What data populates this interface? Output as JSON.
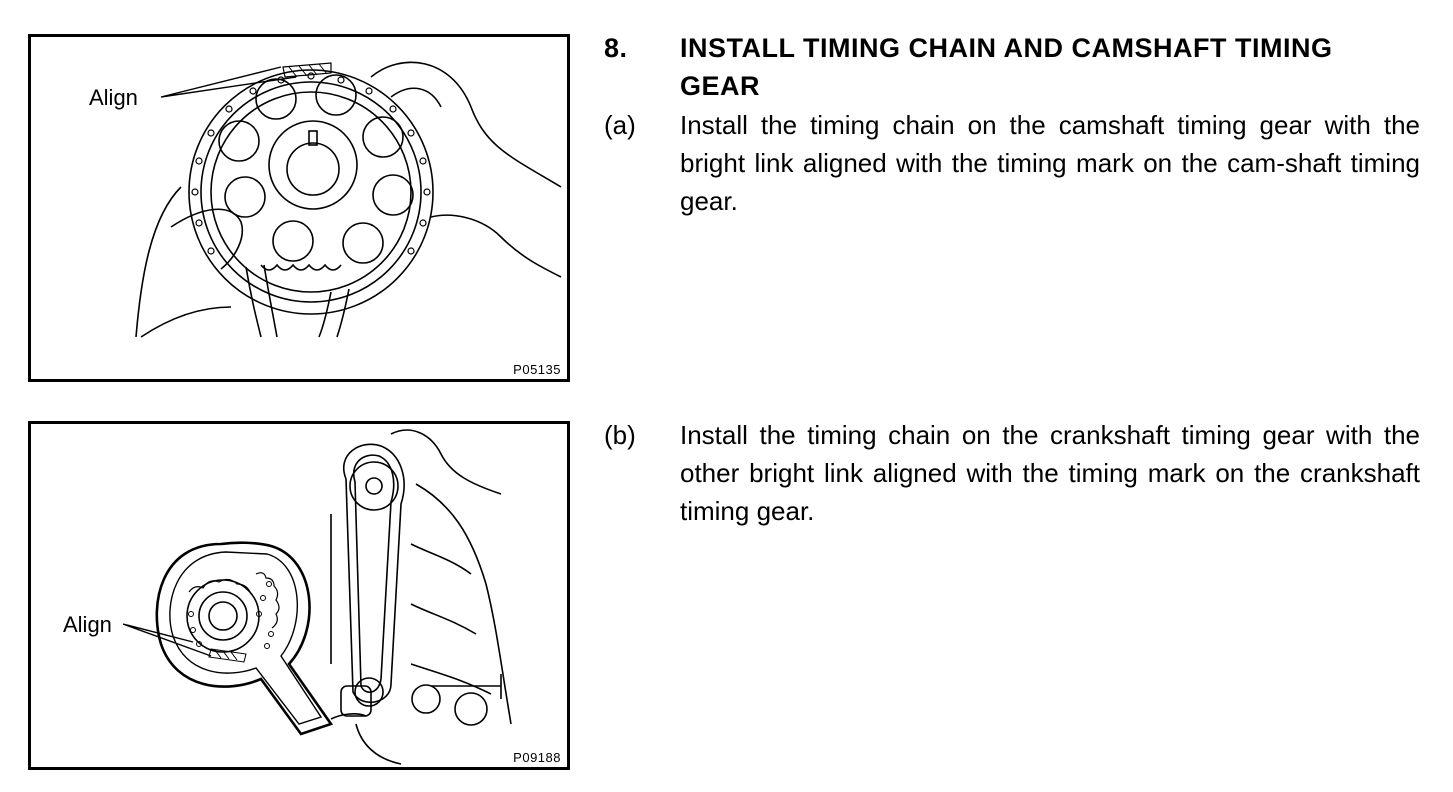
{
  "figures": [
    {
      "callout": "Align",
      "code": "P05135"
    },
    {
      "callout": "Align",
      "code": "P09188"
    }
  ],
  "step": {
    "number": "8.",
    "title": "INSTALL TIMING CHAIN AND CAMSHAFT TIMING GEAR"
  },
  "substeps": [
    {
      "marker": "(a)",
      "text": "Install the timing chain on the camshaft timing gear with the bright link aligned with the timing mark on the cam-shaft timing gear."
    },
    {
      "marker": "(b)",
      "text": "Install the timing chain on the crankshaft timing gear with the other bright link aligned with the timing mark on the crankshaft timing gear."
    }
  ]
}
